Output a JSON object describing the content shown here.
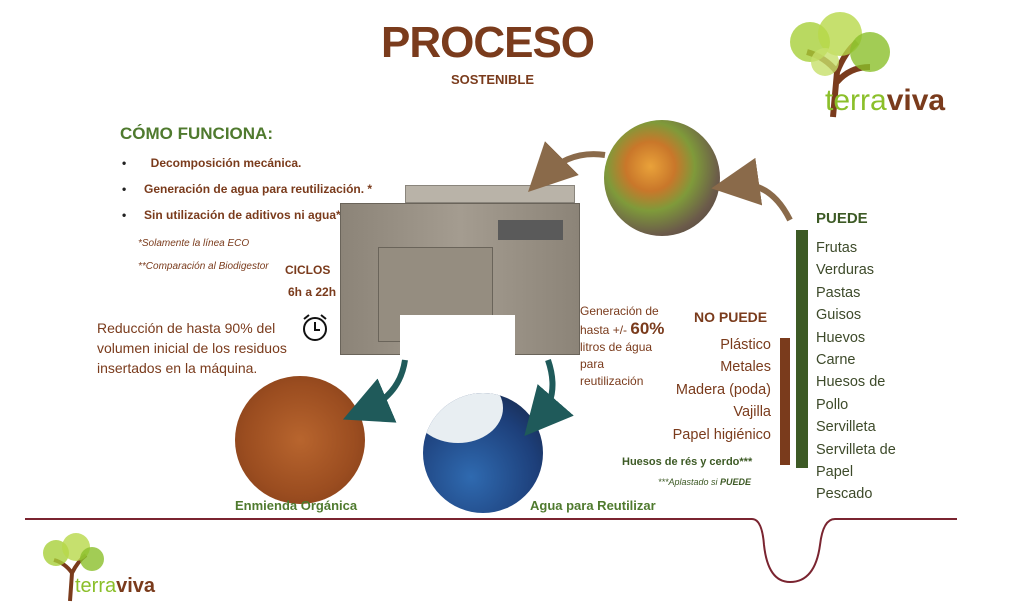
{
  "header": {
    "title": "PROCESO",
    "subtitle": "SOSTENIBLE"
  },
  "logo": {
    "text_a": "terra",
    "text_b": "viva"
  },
  "how": {
    "title": "CÓMO FUNCIONA:",
    "bullets": [
      "Decomposición mecánica.",
      "Generación de agua para reutilización. *",
      "Sin utilización de aditivos ni agua**"
    ],
    "notes": [
      "*Solamente la línea ECO",
      "**Comparación al Biodigestor"
    ]
  },
  "cycles": {
    "label": "CICLOS",
    "range": "6h a 22h"
  },
  "reduction": {
    "lines": [
      "Reducción de hasta 90% del",
      "volumen inicial de los residuos",
      "insertados en la máquina."
    ]
  },
  "water": {
    "lines": [
      "Generación de",
      "hasta +/-",
      "60%",
      "litros de água",
      "para",
      "reutilización"
    ]
  },
  "outputs": {
    "compost": "Enmienda Orgánica",
    "water": "Agua para Reutilizar"
  },
  "no_puede": {
    "title": "NO PUEDE",
    "items": [
      "Plástico",
      "Metales",
      "Madera (poda)",
      "Vajilla",
      "Papel higiénico"
    ],
    "bones": "Huesos de rés y cerdo***",
    "note_a": "***Aplastado si ",
    "note_b": "PUEDE"
  },
  "puede": {
    "title": "PUEDE",
    "items": [
      "Frutas",
      "Verduras",
      "Pastas",
      "Guisos",
      "Huevos",
      "Carne",
      "Huesos de",
      "Pollo",
      "Servilleta",
      "Servilleta de",
      "Papel",
      "Pescado"
    ]
  },
  "colors": {
    "brown": "#7a3b1c",
    "green": "#4f7a2e",
    "line": "#7a2430"
  }
}
